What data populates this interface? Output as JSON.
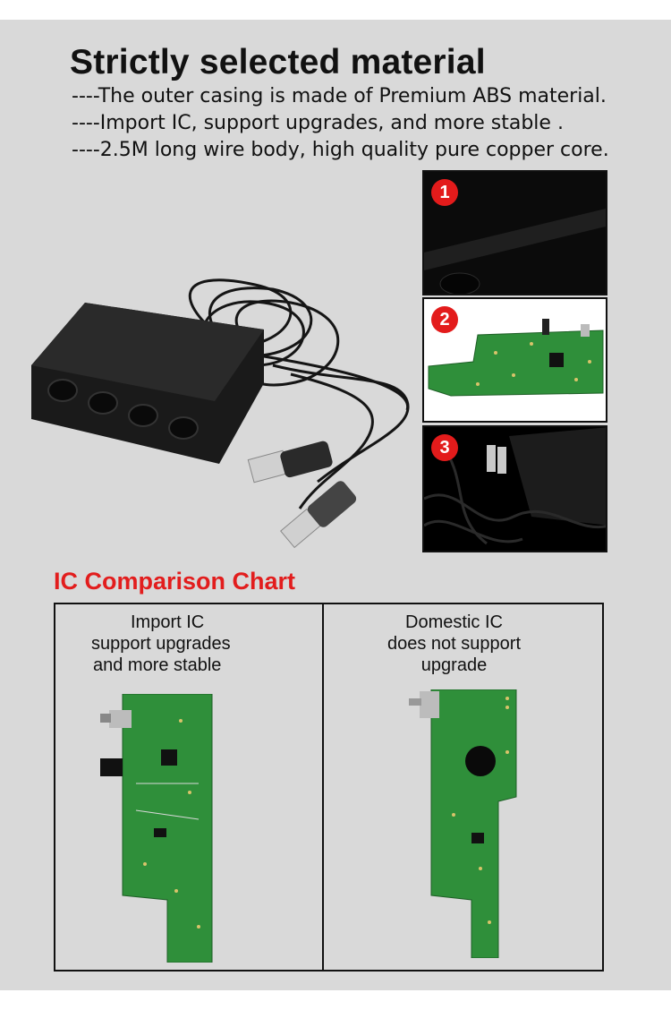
{
  "header": {
    "title": "Strictly selected material",
    "bullets": [
      "----The outer casing is made of Premium ABS material.",
      "----Import IC, support upgrades, and more stable .",
      "----2.5M long wire body, high quality pure copper core."
    ]
  },
  "thumbnails": [
    {
      "number": "1"
    },
    {
      "number": "2"
    },
    {
      "number": "3"
    }
  ],
  "comparison": {
    "title": "IC Comparison Chart",
    "left": {
      "lines": [
        "Import IC",
        "support upgrades",
        "and more stable"
      ]
    },
    "right": {
      "lines": [
        "Domestic IC",
        "does not support",
        "upgrade"
      ]
    }
  },
  "colors": {
    "background": "#d9d9d9",
    "accent_red": "#e21d1d",
    "pcb_green": "#2f8f3a"
  }
}
